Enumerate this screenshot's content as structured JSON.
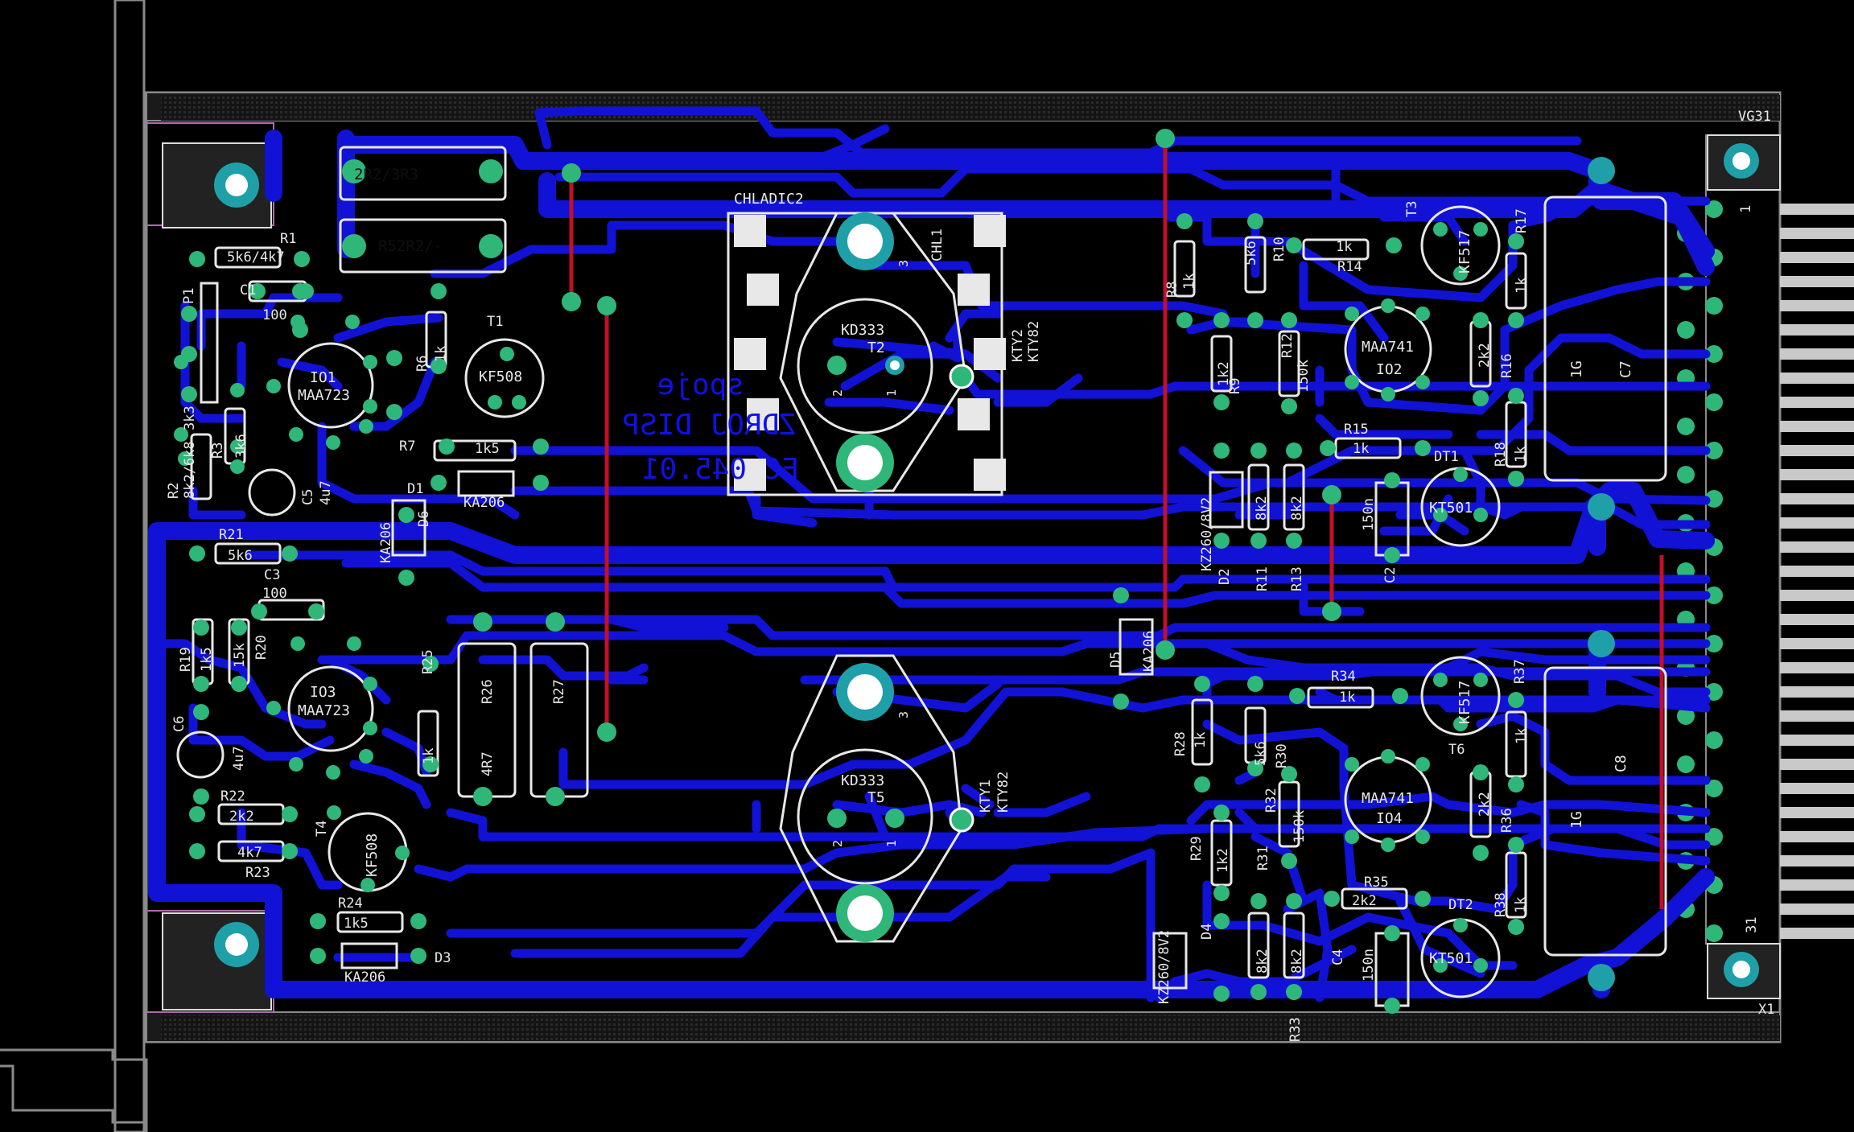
{
  "board": {
    "labels": {
      "vg31": "VG31",
      "x1": "X1",
      "pin1": "1",
      "pin31": "31",
      "chladic2": "CHLADIC2",
      "chl1": "CHL1",
      "p1": "P1",
      "d3": "D3",
      "d1": "D1",
      "d2": "D2",
      "d4": "D4",
      "d5": "D5",
      "d6": "D6",
      "dt1": "DT1",
      "dt2": "DT2"
    },
    "silk_mirror": [
      "spoje",
      "ZDROJ DISP",
      "EC 045.01"
    ],
    "resistors": {
      "r1": "R1",
      "r1v": "5k6/4k7",
      "r2": "R2",
      "r2v": "8k2/6k8",
      "r3": "R3",
      "r3v": "3k6",
      "r33k3": "3k3",
      "r6": "R6",
      "r6v": "1k",
      "r7": "R7",
      "r7v": "1k5",
      "r8": "R8",
      "r8v": "1k",
      "r9": "R9",
      "r9v": "1k2",
      "r10": "R10",
      "r10v": "5k6",
      "r11": "R11",
      "r11v": "8k2",
      "r12": "R12",
      "r12v": "150k",
      "r13": "R13",
      "r13v": "8k2",
      "r14": "R14",
      "r14v": "1k",
      "r15": "R15",
      "r15v": "1k",
      "r16": "R16",
      "r16v": "2k2",
      "r17": "R17",
      "r17v": "1k",
      "r18": "R18",
      "r18v": "1k",
      "r19": "R19",
      "r19v": "1k5",
      "r20": "R20",
      "r20v": "15k",
      "r21": "R21",
      "r21v": "5k6",
      "r22": "R22",
      "r22v": "2k2",
      "r23": "R23",
      "r23v": "4k7",
      "r24": "R24",
      "r24v": "1k5",
      "r25": "R25",
      "r25v": "1k",
      "r26": "R26",
      "r26v": "4R7",
      "r27": "R27",
      "r28": "R28",
      "r28v": "1k",
      "r29": "R29",
      "r29v": "1k2",
      "r30": "R30",
      "r30v": "5k6",
      "r31": "R31",
      "r31v": "8k2",
      "r32": "R32",
      "r32v": "150k",
      "r33": "R33",
      "r33v": "8k2",
      "r34": "R34",
      "r34v": "1k",
      "r35": "R35",
      "r35v": "2k2",
      "r36": "R36",
      "r36v": "2k2",
      "r37": "R37",
      "r37v": "1k",
      "r38": "R38",
      "r38v": "1k",
      "r4r5_a": "2R2/3R3",
      "r4r5_b": "R52R2/-"
    },
    "caps": {
      "c1": "C1",
      "c1v": "100",
      "c2": "C2",
      "c2v": "150n",
      "c3": "C3",
      "c3v": "100",
      "c4": "C4",
      "c4v": "150n",
      "c5": "C5",
      "c5v": "4u7",
      "c6": "C6",
      "c6v": "4u7",
      "c7": "C7",
      "c7v": "1G",
      "c8": "C8",
      "c8v": "1G"
    },
    "semis": {
      "io1": "IO1",
      "io1v": "MAA723",
      "io2": "IO2",
      "io2v": "MAA741",
      "io3": "IO3",
      "io3v": "MAA723",
      "io4": "IO4",
      "io4v": "MAA741",
      "t1": "T1",
      "t1v": "KF508",
      "t2": "T2",
      "t2v": "KD333",
      "t3": "T3",
      "t3v": "KF517",
      "t4": "T4",
      "t4v": "KF508",
      "t5": "T5",
      "t5v": "KD333",
      "t6": "T6",
      "t6v": "KF517",
      "kt501": "KT501",
      "ka206": "KA206",
      "kz260": "KZ260/8V2",
      "kty2": "KTY2",
      "kty1": "KTY1",
      "kty82": "KTY82",
      "pin1": "1",
      "pin2": "2",
      "pin3": "3"
    },
    "colors": {
      "background": "#000000",
      "copper_bottom": "#1212d6",
      "copper_top": "#c0102a",
      "pad": "#2fb77a",
      "pad_big": "#1fa0a8",
      "pad_hole": "#ffffff",
      "silkscreen": "#e8e8e8",
      "outline": "#7a7a7a"
    }
  }
}
